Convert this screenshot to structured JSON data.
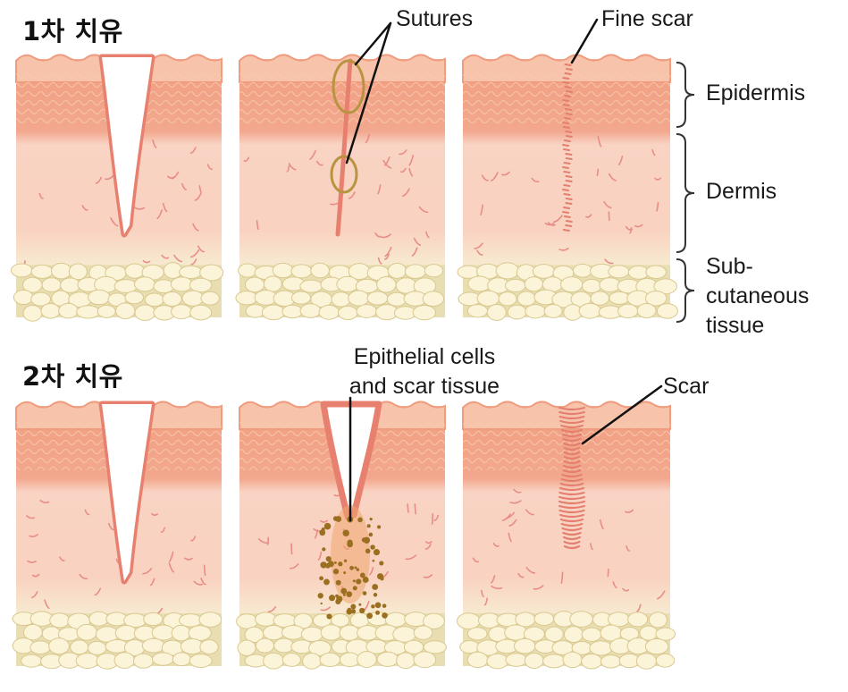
{
  "rows": [
    {
      "heading": "1차 치유"
    },
    {
      "heading": "2차 치유"
    }
  ],
  "labels": {
    "sutures": "Sutures",
    "fine_scar": "Fine scar",
    "epidermis": "Epidermis",
    "dermis": "Dermis",
    "subcutaneous_1": "Sub-",
    "subcutaneous_2": "cutaneous",
    "subcutaneous_3": "tissue",
    "epithelial_1": "Epithelial cells",
    "epithelial_2": "and scar tissue",
    "scar": "Scar"
  },
  "colors": {
    "epidermis_top": "#f2a184",
    "dermis": "#f9d5c5",
    "fat": "#fbf4d9",
    "fat_bg": "#e9deb2",
    "wound_edge": "#e8806f",
    "clot": "#9a6f1f",
    "suture": "#b89440"
  }
}
